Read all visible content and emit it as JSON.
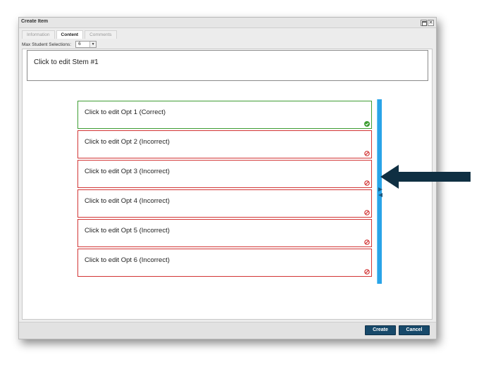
{
  "dialog": {
    "title": "Create Item",
    "tabs": [
      {
        "label": "Information",
        "active": false
      },
      {
        "label": "Content",
        "active": true
      },
      {
        "label": "Comments",
        "active": false
      }
    ],
    "max_selections": {
      "label": "Max Student Selections:",
      "value": "6"
    },
    "stem": {
      "placeholder": "Click to edit Stem #1"
    },
    "options": [
      {
        "label": "Click to edit Opt 1 (Correct)",
        "status": "correct"
      },
      {
        "label": "Click to edit Opt 2 (Incorrect)",
        "status": "incorrect"
      },
      {
        "label": "Click to edit Opt 3 (Incorrect)",
        "status": "incorrect"
      },
      {
        "label": "Click to edit Opt 4 (Incorrect)",
        "status": "incorrect"
      },
      {
        "label": "Click to edit Opt 5 (Incorrect)",
        "status": "incorrect"
      },
      {
        "label": "Click to edit Opt 6 (Incorrect)",
        "status": "incorrect"
      }
    ],
    "buttons": {
      "create": "Create",
      "cancel": "Cancel"
    }
  },
  "icons": {
    "window_max": "maximize-icon",
    "window_close": "close-icon",
    "correct": "check-circle-icon",
    "incorrect": "no-entry-icon",
    "dropdown": "chevron-down-icon",
    "callout": "arrow-left-icon"
  },
  "colors": {
    "correct_border": "#3f9d33",
    "incorrect_border": "#d23535",
    "splitter": "#2aa4e8",
    "button_bg": "#17496a",
    "callout_arrow": "#0f2f42"
  }
}
